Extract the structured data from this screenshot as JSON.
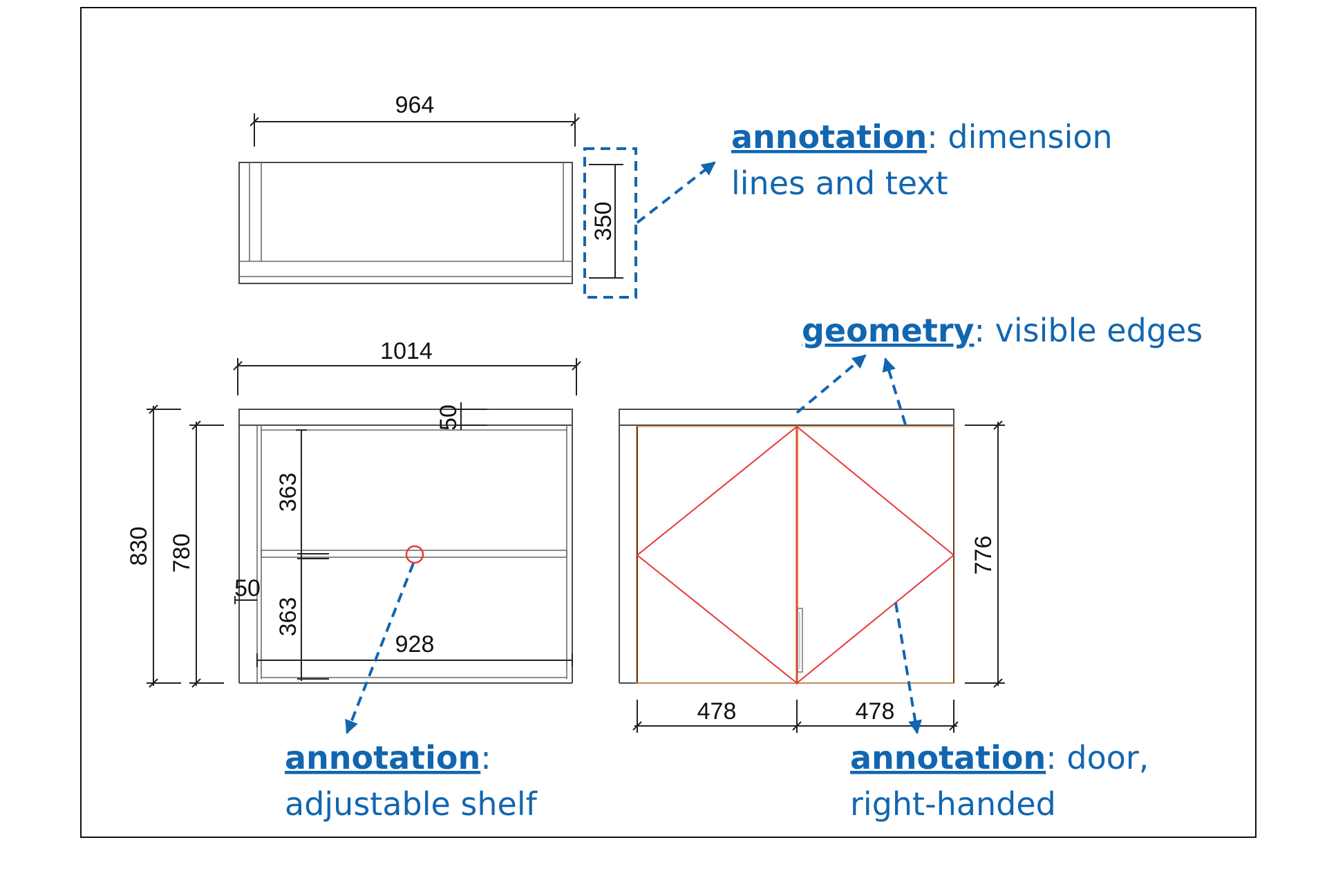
{
  "dimensions": {
    "top_width": "964",
    "top_depth": "350",
    "front_width": "1014",
    "top_board": "50",
    "upper_compartment": "363",
    "lower_compartment": "363",
    "plinth": "50",
    "inner_width": "928",
    "total_height": "830",
    "carcass_height": "780",
    "door_height": "776",
    "door_left_width": "478",
    "door_right_width": "478"
  },
  "annotations": {
    "dimension": {
      "keyword": "annotation",
      "rest": ": dimension",
      "line2": "lines and text"
    },
    "geometry": {
      "keyword": "geometry",
      "rest": ": visible edges"
    },
    "shelf": {
      "keyword": "annotation",
      "rest": ":",
      "line2": "adjustable shelf"
    },
    "door": {
      "keyword": "annotation",
      "rest": ": door,",
      "line2": "right-handed"
    }
  },
  "colors": {
    "annotation_blue": "#1266b0",
    "door_swing_red": "#e8383a",
    "door_edge_orange": "#e0a060",
    "line_gray": "#4a4a4a"
  },
  "icons": {
    "callout_arrow": "arrowhead-icon"
  }
}
